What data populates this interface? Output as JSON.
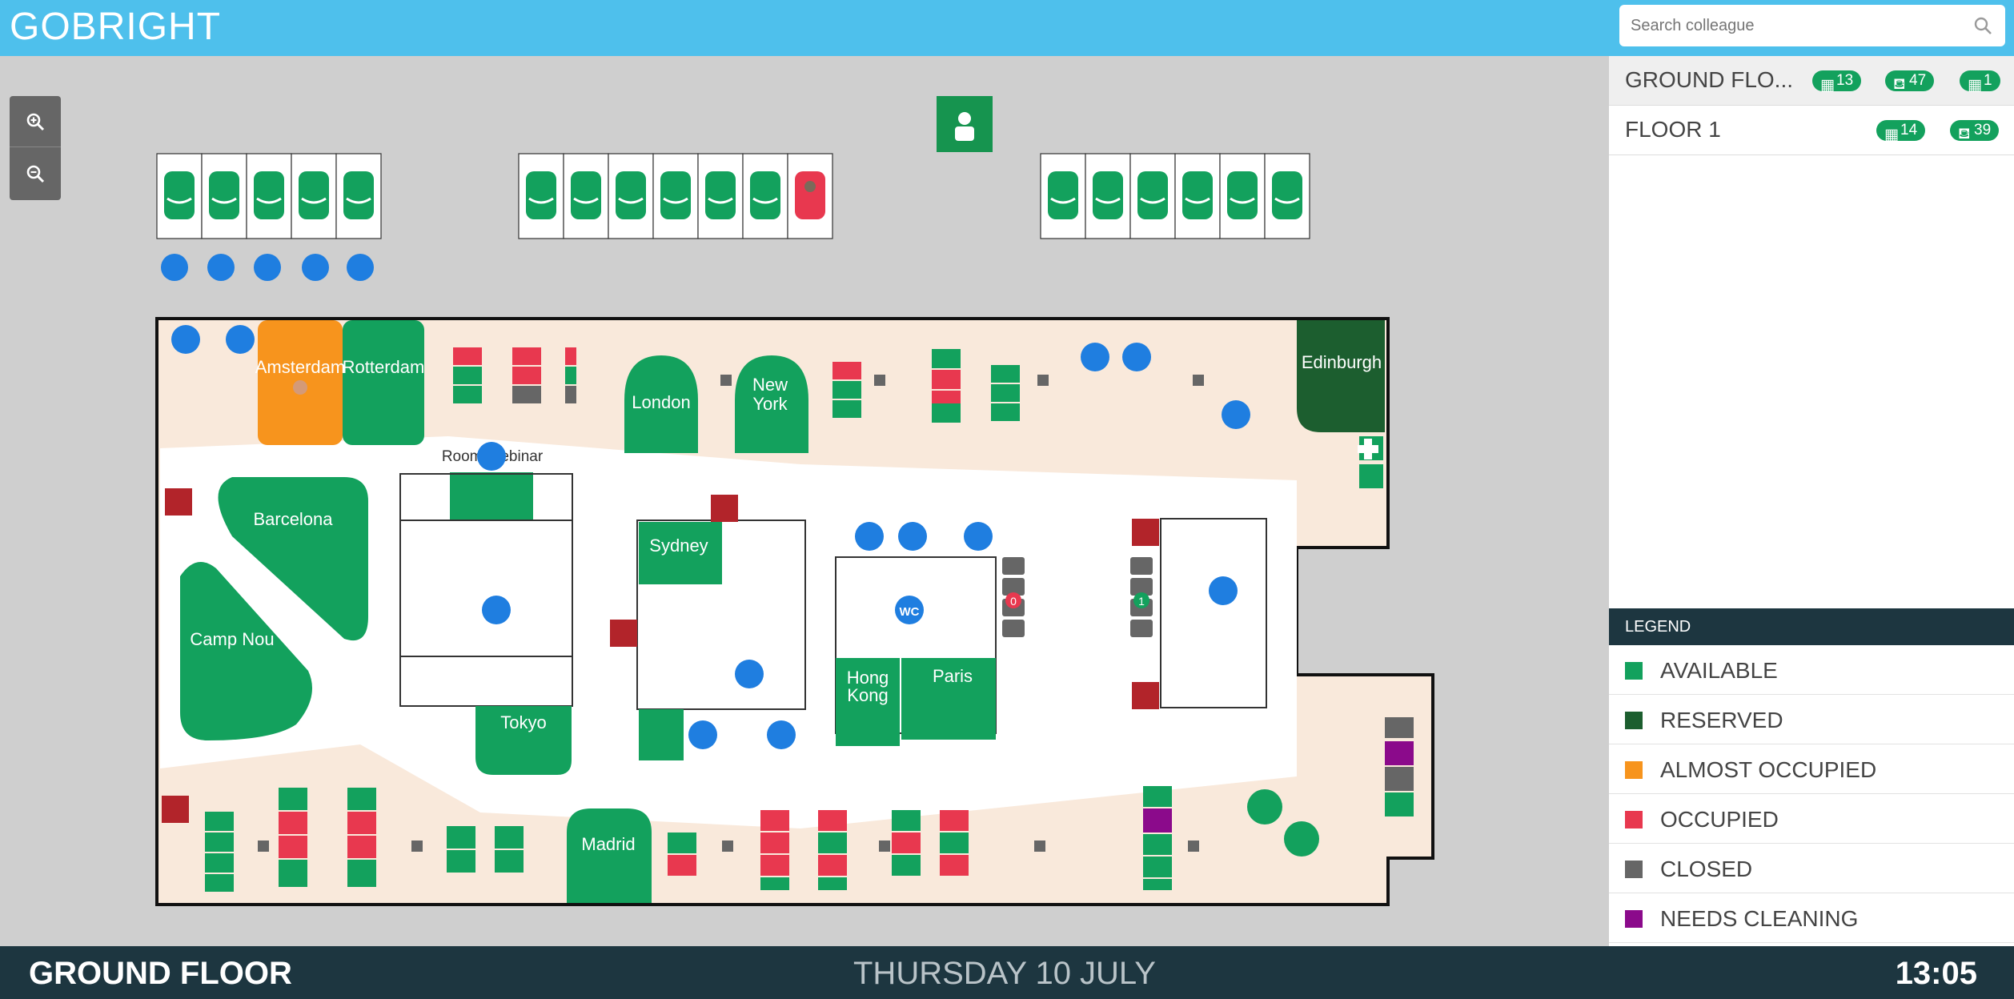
{
  "app": {
    "logo": "GOBRIGHT"
  },
  "search": {
    "placeholder": "Search colleague"
  },
  "floors": [
    {
      "name": "GROUND FLO...",
      "desks": "13",
      "seats": "47",
      "other": "1"
    },
    {
      "name": "FLOOR 1",
      "desks": "14",
      "seats": "39"
    }
  ],
  "legend": {
    "title": "LEGEND",
    "items": [
      {
        "label": "AVAILABLE",
        "color": "#13a15d"
      },
      {
        "label": "RESERVED",
        "color": "#1c5e2f"
      },
      {
        "label": "ALMOST OCCUPIED",
        "color": "#f7941d"
      },
      {
        "label": "OCCUPIED",
        "color": "#e8384f"
      },
      {
        "label": "CLOSED",
        "color": "#666666"
      },
      {
        "label": "NEEDS CLEANING",
        "color": "#8b0a8b"
      }
    ]
  },
  "rooms": {
    "amsterdam": "Amsterdam",
    "rotterdam": "Rotterdam",
    "london": "London",
    "newyork_1": "New",
    "newyork_2": "York",
    "edinburgh": "Edinburgh",
    "webinar": "Room Webinar",
    "barcelona": "Barcelona",
    "campnou": "Camp Nou",
    "sydney": "Sydney",
    "tokyo": "Tokyo",
    "hongkong_1": "Hong",
    "hongkong_2": "Kong",
    "paris": "Paris",
    "madrid": "Madrid",
    "wc": "WC"
  },
  "lockers": {
    "count_left": "0",
    "count_right": "1"
  },
  "footer": {
    "floor": "GROUND FLOOR",
    "date": "THURSDAY 10 JULY",
    "time": "13:05"
  },
  "colors": {
    "available": "#13a15d",
    "occupied": "#e8384f",
    "closed": "#666666",
    "reserved": "#1c5e2f",
    "almost": "#f7941d",
    "cleaning": "#8b0a8b",
    "icon_blue": "#1f7ee0",
    "fire_red": "#b2242a"
  }
}
